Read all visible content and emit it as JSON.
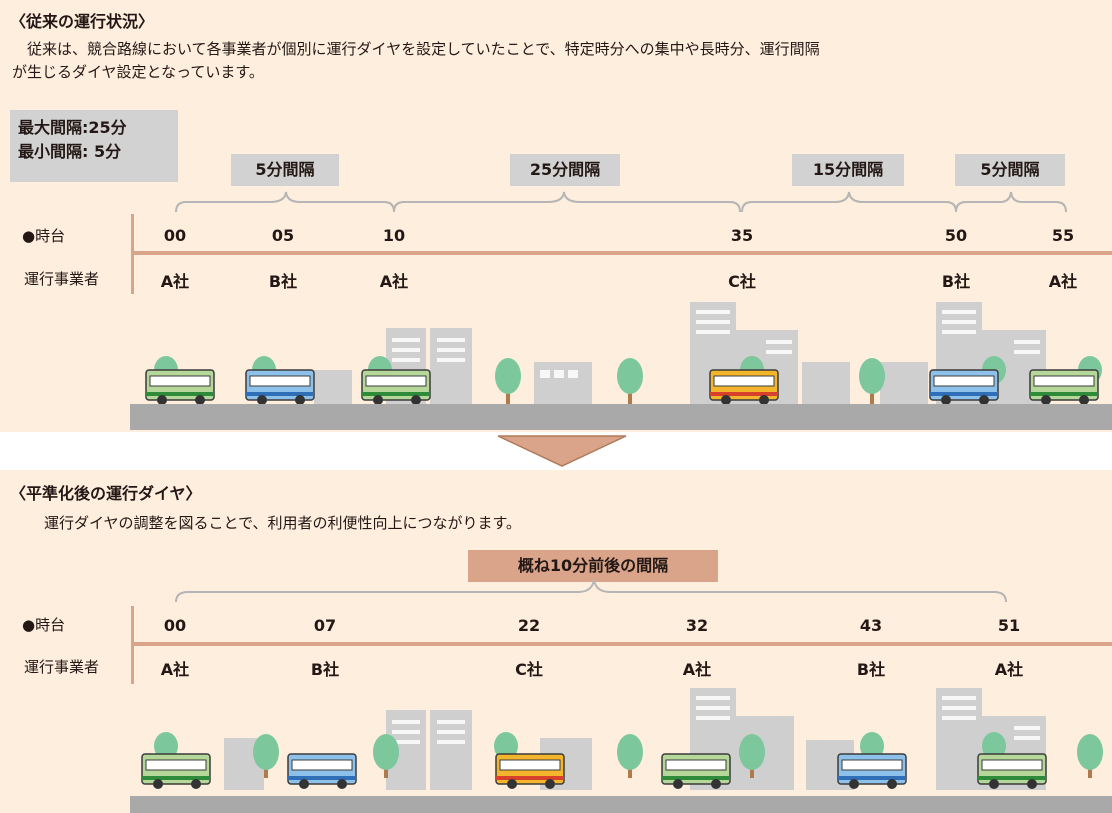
{
  "top": {
    "title": "〈従来の運行状況〉",
    "description": "　従来は、競合路線において各事業者が個別に運行ダイヤを設定していたことで、特定時分への集中や長時分、運行間隔\nが生じるダイヤ設定となっています。",
    "info": {
      "max": "最大間隔:25分",
      "min": "最小間隔:  5分"
    },
    "time_label": "●時台",
    "operator_label": "運行事業者",
    "intervals": [
      "5分間隔",
      "25分間隔",
      "15分間隔",
      "5分間隔"
    ],
    "departures": [
      {
        "time": "00",
        "operator": "A社",
        "bus_color": "green"
      },
      {
        "time": "05",
        "operator": "B社",
        "bus_color": "blue"
      },
      {
        "time": "10",
        "operator": "A社",
        "bus_color": "green"
      },
      {
        "time": "35",
        "operator": "C社",
        "bus_color": "yellow"
      },
      {
        "time": "50",
        "operator": "B社",
        "bus_color": "blue"
      },
      {
        "time": "55",
        "operator": "A社",
        "bus_color": "green"
      }
    ]
  },
  "bottom": {
    "title": "〈平準化後の運行ダイヤ〉",
    "description": "運行ダイヤの調整を図ることで、利用者の利便性向上につながります。",
    "interval": "概ね10分前後の間隔",
    "time_label": "●時台",
    "operator_label": "運行事業者",
    "departures": [
      {
        "time": "00",
        "operator": "A社",
        "bus_color": "green"
      },
      {
        "time": "07",
        "operator": "B社",
        "bus_color": "blue"
      },
      {
        "time": "22",
        "operator": "C社",
        "bus_color": "yellow"
      },
      {
        "time": "32",
        "operator": "A社",
        "bus_color": "green"
      },
      {
        "time": "43",
        "operator": "B社",
        "bus_color": "blue"
      },
      {
        "time": "51",
        "operator": "A社",
        "bus_color": "green"
      }
    ]
  },
  "colors": {
    "panel_bg": "#fdeedd",
    "accent": "#d9a48a",
    "tag_gray": "#d2d2d2",
    "road": "#a9a9a9",
    "bus_green": "#b5d79a",
    "bus_blue": "#8ec1ea",
    "bus_yellow": "#f3b52c",
    "tree": "#7dc79c",
    "building": "#cfcfcf"
  }
}
